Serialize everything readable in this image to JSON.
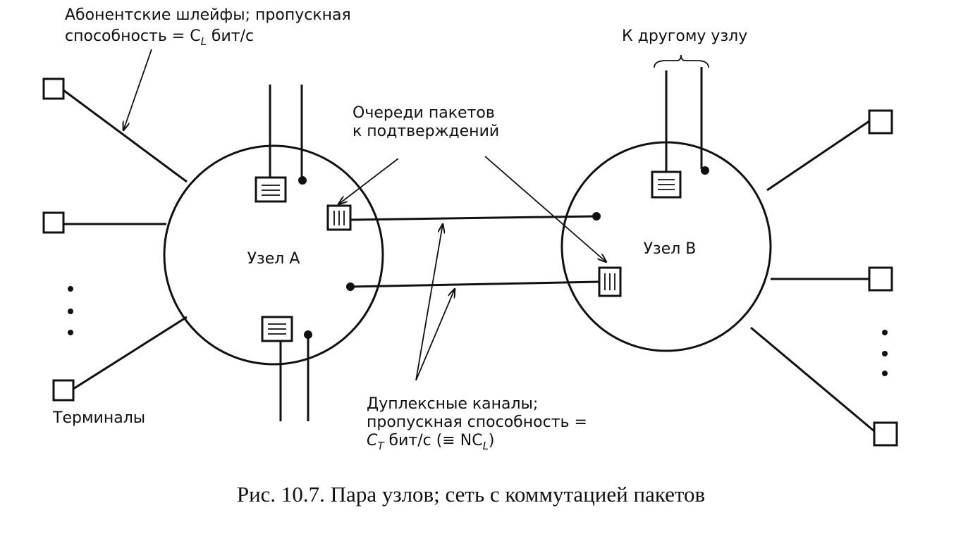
{
  "labels": {
    "subscriber_loops_1": "Абонентские шлейфы; пропускная",
    "subscriber_loops_2": "способность = C",
    "subscriber_loops_sub": "L",
    "subscriber_loops_3": " бит/с",
    "queues_1": "Очереди пакетов",
    "queues_2": "к подтверждений",
    "to_other_node": "К другому узлу",
    "node_a": "Узел А",
    "node_b": "Узел В",
    "terminals": "Терминалы",
    "duplex_1": "Дуплексные каналы;",
    "duplex_2": "пропускная способность =",
    "duplex_3a": "C",
    "duplex_3sub": "T",
    "duplex_3b": " бит/с  (≡ NC",
    "duplex_3sub2": "L",
    "duplex_3c": ")"
  },
  "caption": "Рис. 10.7. Пара узлов; сеть с коммутацией пакетов"
}
